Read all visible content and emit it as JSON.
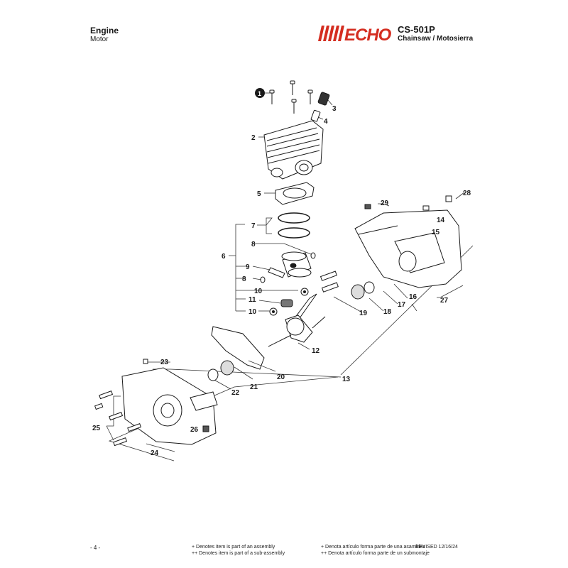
{
  "header": {
    "section_title": "Engine",
    "section_subtitle": "Motor",
    "brand": "ECHO",
    "model": "CS-501P",
    "product": "Chainsaw / Motosierra"
  },
  "colors": {
    "brand_red": "#d42d20",
    "ink": "#1a1a1a"
  },
  "diagram": {
    "callouts": [
      "1",
      "2",
      "3",
      "4",
      "5",
      "6",
      "7",
      "8",
      "9",
      "8",
      "11",
      "10",
      "10",
      "12",
      "13",
      "14",
      "15",
      "16",
      "17",
      "18",
      "19",
      "20",
      "21",
      "22",
      "23",
      "24",
      "25",
      "26",
      "27",
      "28",
      "29"
    ],
    "highlighted_callout": "1"
  },
  "footer": {
    "page_number": "- 4 -",
    "note_assembly_en": "+ Denotes item is part of an assembly",
    "note_subassembly_en": "++ Denotes item is part of a sub-assembly",
    "note_assembly_es": "+ Denota artículo forma parte de una asamblea",
    "note_subassembly_es": "++ Denota artículo forma parte de un submontaje",
    "revised": "REVISED 12/16/24"
  }
}
